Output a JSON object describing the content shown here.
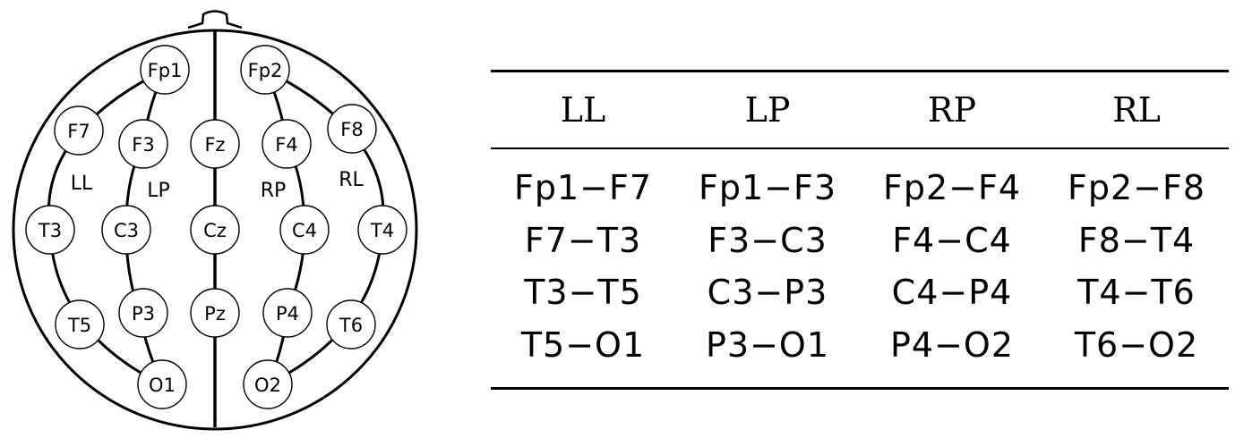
{
  "diagram": {
    "electrodes": [
      {
        "id": "fp1",
        "label": "Fp1"
      },
      {
        "id": "fp2",
        "label": "Fp2"
      },
      {
        "id": "f7",
        "label": "F7"
      },
      {
        "id": "f3",
        "label": "F3"
      },
      {
        "id": "fz",
        "label": "Fz"
      },
      {
        "id": "f4",
        "label": "F4"
      },
      {
        "id": "f8",
        "label": "F8"
      },
      {
        "id": "t3",
        "label": "T3"
      },
      {
        "id": "c3",
        "label": "C3"
      },
      {
        "id": "cz",
        "label": "Cz"
      },
      {
        "id": "c4",
        "label": "C4"
      },
      {
        "id": "t4",
        "label": "T4"
      },
      {
        "id": "t5",
        "label": "T5"
      },
      {
        "id": "p3",
        "label": "P3"
      },
      {
        "id": "pz",
        "label": "Pz"
      },
      {
        "id": "p4",
        "label": "P4"
      },
      {
        "id": "t6",
        "label": "T6"
      },
      {
        "id": "o1",
        "label": "O1"
      },
      {
        "id": "o2",
        "label": "O2"
      }
    ],
    "chain_labels": [
      {
        "id": "ll",
        "label": "LL"
      },
      {
        "id": "lp",
        "label": "LP"
      },
      {
        "id": "rp",
        "label": "RP"
      },
      {
        "id": "rl",
        "label": "RL"
      }
    ]
  },
  "table": {
    "headers": [
      "LL",
      "LP",
      "RP",
      "RL"
    ],
    "rows": [
      [
        "Fp1−F7",
        "Fp1−F3",
        "Fp2−F4",
        "Fp2−F8"
      ],
      [
        "F7−T3",
        "F3−C3",
        "F4−C4",
        "F8−T4"
      ],
      [
        "T3−T5",
        "C3−P3",
        "C4−P4",
        "T4−T6"
      ],
      [
        "T5−O1",
        "P3−O1",
        "P4−O2",
        "T6−O2"
      ]
    ]
  }
}
